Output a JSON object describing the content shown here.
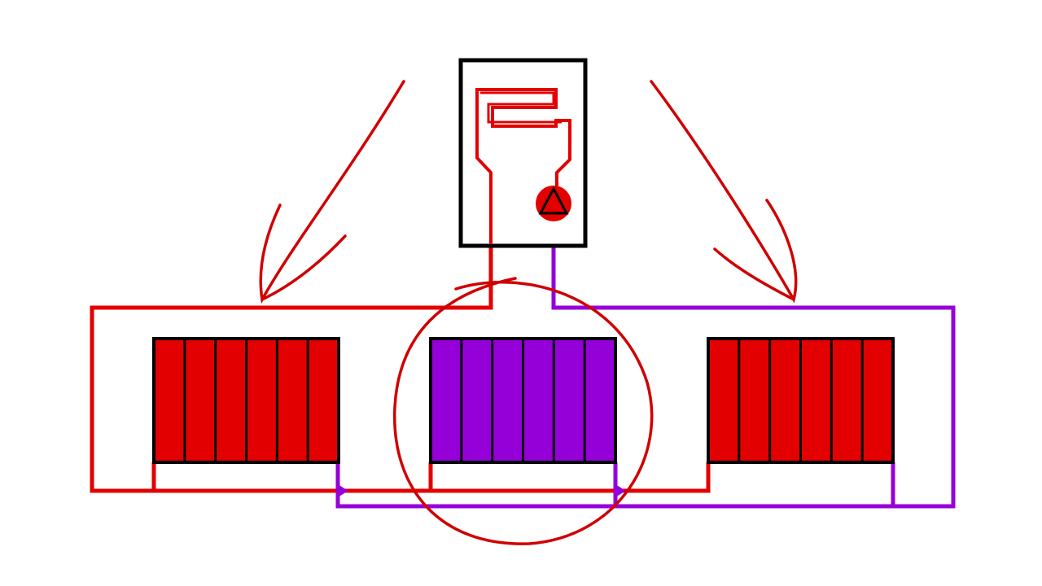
{
  "diagram": {
    "components": {
      "boiler": {
        "icon": "boiler-icon"
      },
      "pump": {
        "icon": "pump-icon"
      },
      "radiators": [
        {
          "id": "left",
          "fill": "#e30000",
          "sections": 6
        },
        {
          "id": "middle",
          "fill": "#9600d8",
          "sections": 6
        },
        {
          "id": "right",
          "fill": "#e30000",
          "sections": 6
        }
      ]
    },
    "colors": {
      "hot_pipe": "#e30000",
      "return_pipe": "#9600d8",
      "annotation": "#d00000",
      "outline": "#000000",
      "background": "#ffffff"
    },
    "annotations": [
      "arrow-left",
      "arrow-right",
      "highlight-circle"
    ]
  }
}
